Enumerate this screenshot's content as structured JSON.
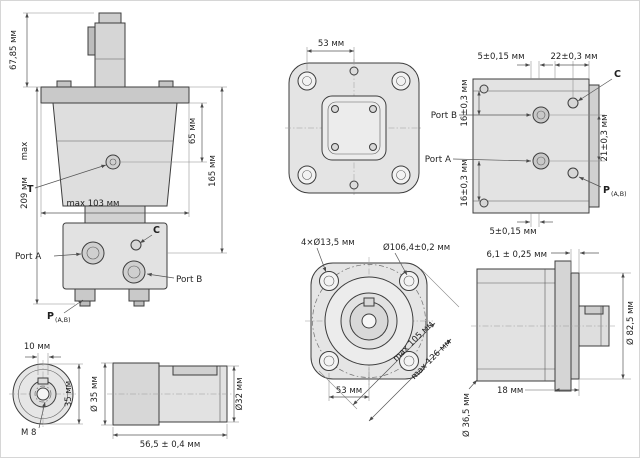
{
  "side_view": {
    "d67": "67,85 мм",
    "dmax": "max",
    "d209": "209 мм",
    "d65": "65 мм",
    "d165": "165 мм",
    "d103": "max 103 мм",
    "t": "T",
    "c": "C",
    "port_a": "Port A",
    "port_b": "Port B",
    "p": "P",
    "p_sub": "(A,B)"
  },
  "flange_top_view": {
    "d53": "53 мм"
  },
  "port_face_view": {
    "d5_top": "5±0,15 мм",
    "d22": "22±0,3 мм",
    "d16_b": "16±0,3 мм",
    "d16_a": "16±0,3 мм",
    "d21": "21±0,3 мм",
    "d5_bottom": "5±0,15 мм",
    "c": "C",
    "port_b": "Port B",
    "port_a": "Port A",
    "p": "P",
    "p_sub": "(A,B)"
  },
  "shaft_end_view": {
    "d10": "10 мм",
    "d35": "35 мм",
    "thread": "M 8"
  },
  "shaft_side_view": {
    "d35": "Ø 35 мм",
    "d32": "Ø32 мм",
    "len": "56,5 ± 0,4 мм"
  },
  "mount_flange_view": {
    "holes": "4×Ø13,5 мм",
    "bolt_circle": "Ø106,4±0,2 мм",
    "d105": "max 105 мм",
    "d126": "max 126 мм",
    "d53": "53 мм"
  },
  "rear_view": {
    "d61": "6,1 ± 0,25 мм",
    "d825": "Ø 82,5 мм",
    "d18": "18 мм",
    "d365": "Ø 36,5 мм"
  }
}
